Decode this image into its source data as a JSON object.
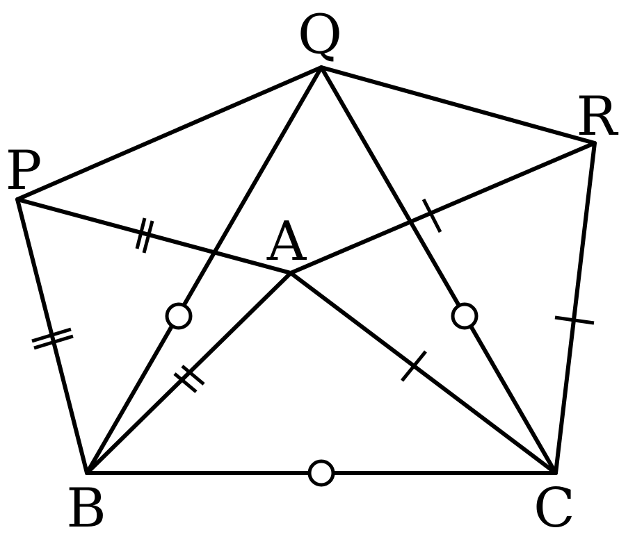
{
  "figure": {
    "points": {
      "Q": "Q",
      "R": "R",
      "P": "P",
      "A": "A",
      "B": "B",
      "C": "C"
    },
    "colors": {
      "stroke": "#000000",
      "background": "#ffffff"
    }
  }
}
